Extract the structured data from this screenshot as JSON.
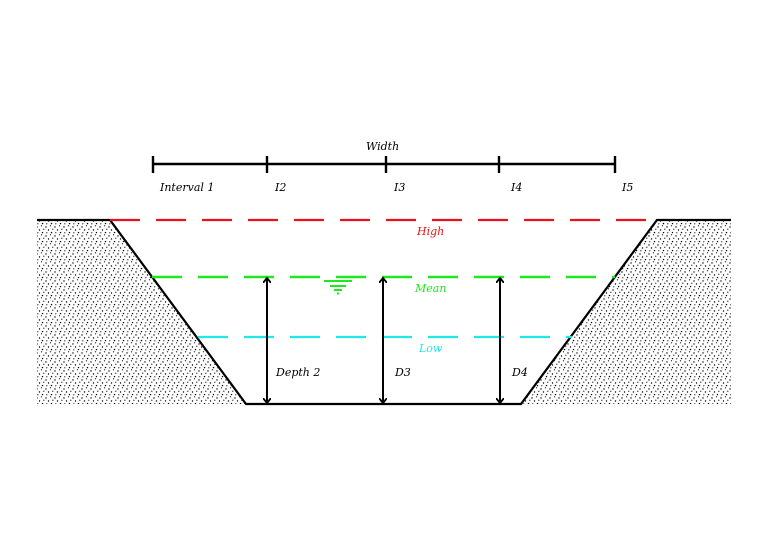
{
  "title": "Width",
  "intervals": [
    "Interval 1",
    "I2",
    "I3",
    "I4",
    "I5"
  ],
  "levels": {
    "high": {
      "label": "High",
      "color": "#e8121b"
    },
    "mean": {
      "label": "Mean",
      "color": "#1ee81e"
    },
    "low": {
      "label": "Low",
      "color": "#1ee8e8"
    }
  },
  "depths": [
    "Depth 2",
    "D3",
    "D4"
  ]
}
